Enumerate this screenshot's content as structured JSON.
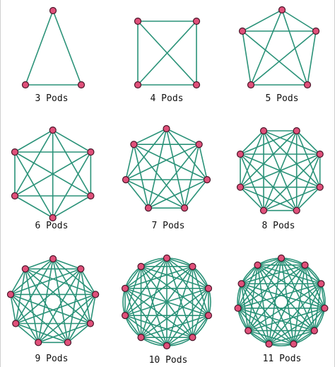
{
  "colors": {
    "edge": "#2a9278",
    "node_fill": "#e0507a",
    "node_stroke": "#4a1428",
    "background": "#ffffff"
  },
  "graphs": [
    {
      "label": "3 Pods",
      "nodes": 3,
      "ring": false
    },
    {
      "label": "4 Pods",
      "nodes": 4,
      "ring": false
    },
    {
      "label": "5 Pods",
      "nodes": 5,
      "ring": false
    },
    {
      "label": "6 Pods",
      "nodes": 6,
      "ring": false
    },
    {
      "label": "7 Pods",
      "nodes": 7,
      "ring": false
    },
    {
      "label": "8 Pods",
      "nodes": 8,
      "ring": false
    },
    {
      "label": "9 Pods",
      "nodes": 9,
      "ring": false
    },
    {
      "label": "10 Pods",
      "nodes": 10,
      "ring": true
    },
    {
      "label": "11 Pods",
      "nodes": 11,
      "ring": true
    }
  ]
}
